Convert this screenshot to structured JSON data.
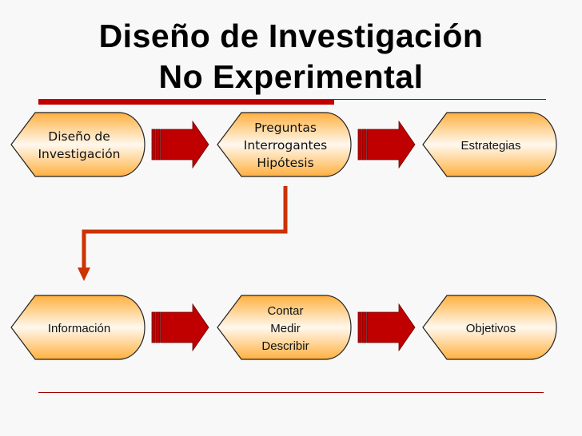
{
  "title": {
    "line1": "Diseño de Investigación",
    "line2": "No Experimental"
  },
  "nodes": [
    {
      "lines": [
        "Diseño de",
        "Investigación"
      ]
    },
    {
      "lines": [
        "Preguntas",
        "Interrogantes",
        "Hipótesis"
      ]
    },
    {
      "lines": [
        "Estrategias"
      ]
    },
    {
      "lines": [
        "Información"
      ]
    },
    {
      "lines": [
        "Contar",
        "Medir",
        "Describir"
      ]
    },
    {
      "lines": [
        "Objetivos"
      ]
    }
  ],
  "colors": {
    "accent_red": "#c00000",
    "connector": "#cc3300",
    "node_orange": "#ffb347",
    "node_light": "#fff5e6"
  }
}
